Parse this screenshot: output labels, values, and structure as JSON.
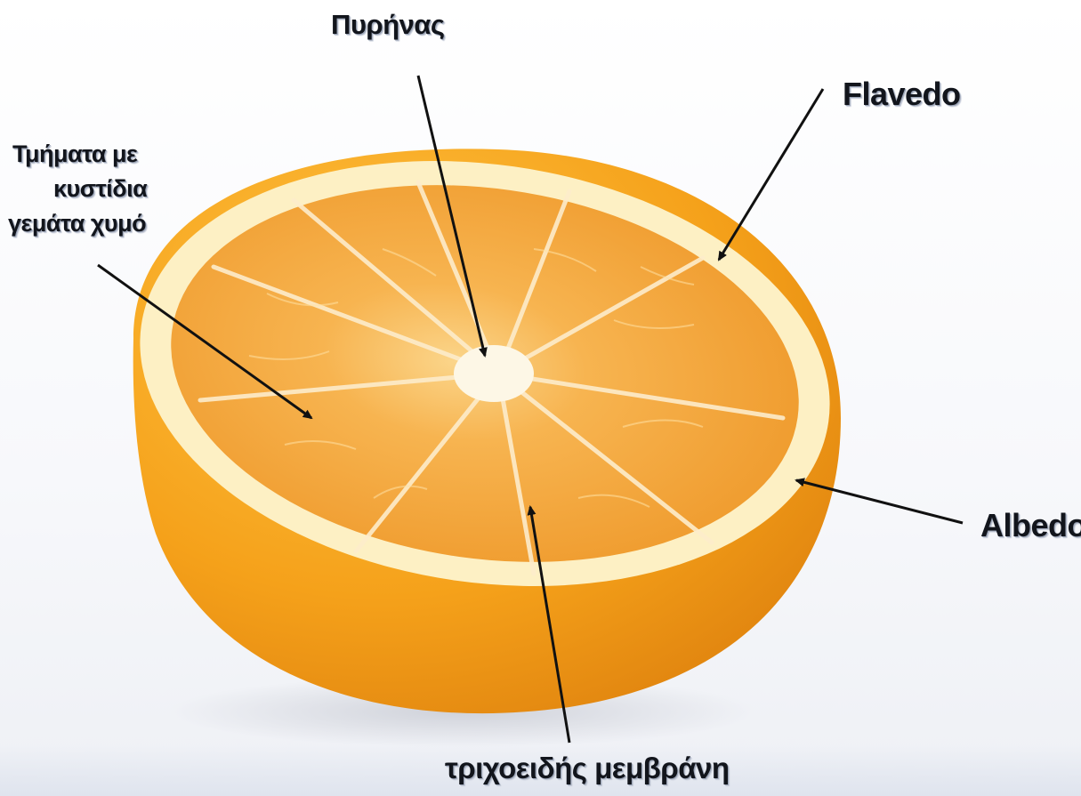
{
  "labels": {
    "core": "Πυρήνας",
    "flavedo": "Flavedo",
    "segments_line1": "Τμήματα με",
    "segments_line2": "κυστίδια",
    "segments_line3": "γεμάτα χυμό",
    "albedo": "Albedo",
    "membrane": "τριχοειδής μεμβράνη"
  },
  "colors": {
    "peel": "#f2a51c",
    "albedo": "#fdf1c6",
    "pulp": "#f6b148",
    "arrow": "#111111"
  },
  "icons": [
    "arrow-icon"
  ]
}
